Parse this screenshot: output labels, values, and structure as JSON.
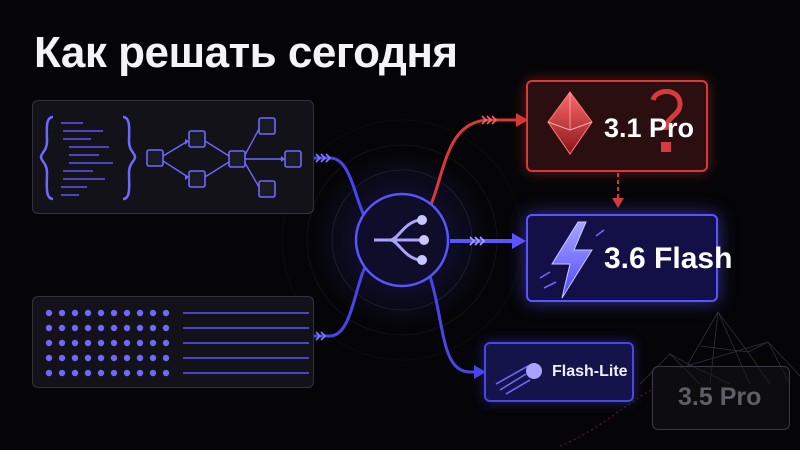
{
  "title": "Как решать сегодня",
  "models": {
    "pro": "3.1 Pro",
    "flash": "3.6 Flash",
    "lite": "Flash-Lite",
    "legacy": "3.5 Pro"
  },
  "colors": {
    "background": "#050507",
    "pro_accent": "#d8393a",
    "flash_accent": "#5a54ff",
    "lite_accent": "#4a45e6"
  },
  "icons": [
    "braces-icon",
    "flowchart-icon",
    "dot-grid-icon",
    "router-icon",
    "gem-icon",
    "question-mark-icon",
    "lightning-icon",
    "comet-icon",
    "mountain-icon"
  ]
}
